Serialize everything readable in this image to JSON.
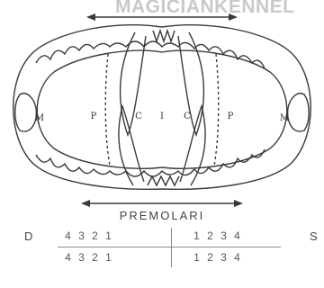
{
  "watermark": "MAGICIANKENNEL",
  "diagram": {
    "region_letters": {
      "left_molar": "M",
      "left_premolar": "P",
      "left_canine": "C",
      "incisor": "I",
      "right_canine": "C",
      "right_premolar": "P",
      "right_molar": "M"
    }
  },
  "caption": "PREMOLARI",
  "formula": {
    "left_side": "D",
    "right_side": "S",
    "upper_left": [
      "4",
      "3",
      "2",
      "1"
    ],
    "upper_right": [
      "1",
      "2",
      "3",
      "4"
    ],
    "lower_left": [
      "4",
      "3",
      "2",
      "1"
    ],
    "lower_right": [
      "1",
      "2",
      "3",
      "4"
    ]
  }
}
